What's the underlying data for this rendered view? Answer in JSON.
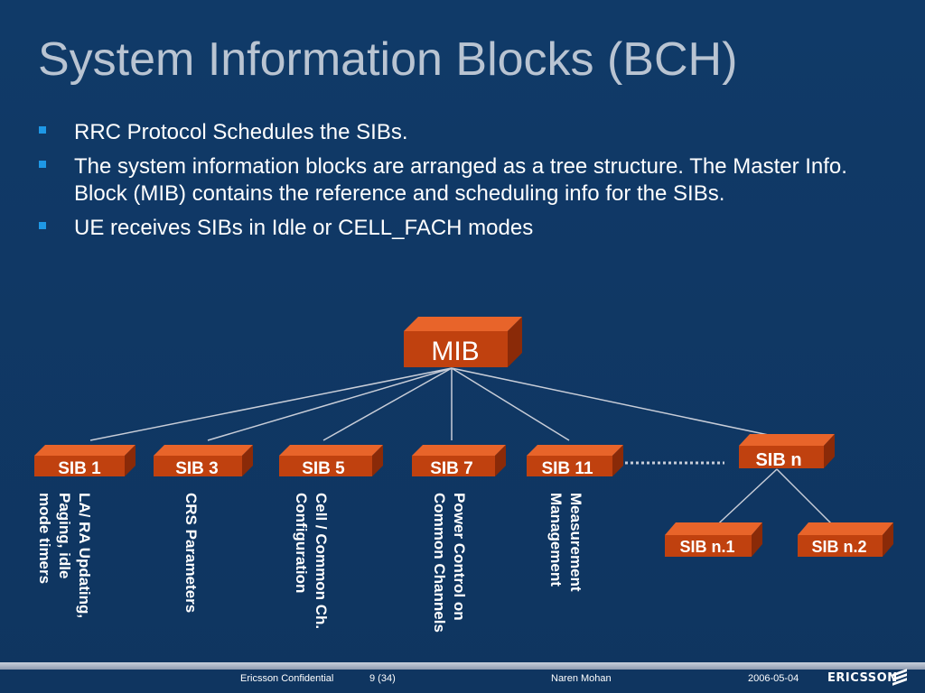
{
  "slide": {
    "title": "System Information Blocks (BCH)",
    "bullets": [
      "RRC Protocol Schedules the SIBs.",
      "The system information blocks are arranged as a tree structure.  The Master Info. Block (MIB) contains the reference and scheduling info for the SIBs.",
      "UE receives SIBs in Idle or CELL_FACH modes"
    ]
  },
  "diagram": {
    "root": "MIB",
    "blocks": [
      "SIB 1",
      "SIB 3",
      "SIB 5",
      "SIB 7",
      "SIB 11",
      "SIB n"
    ],
    "sub_blocks": [
      "SIB n.1",
      "SIB n.2"
    ],
    "descriptions": [
      "LA/ RA Updating,\nPaging, idle\nmode timers",
      "CRS Parameters",
      "Cell / Common Ch.\nConfiguration",
      "Power Control on\nCommon Channels",
      "Measurement\nManagement"
    ],
    "colors": {
      "block_front": "#c0410f",
      "block_top": "#e8642a",
      "block_side": "#8a2a08",
      "connector": "#c8cdd8"
    }
  },
  "footer": {
    "confidentiality": "Ericsson Confidential",
    "page": "9 (34)",
    "author": "Naren Mohan",
    "date": "2006-05-04",
    "logo": "ERICSSON"
  }
}
